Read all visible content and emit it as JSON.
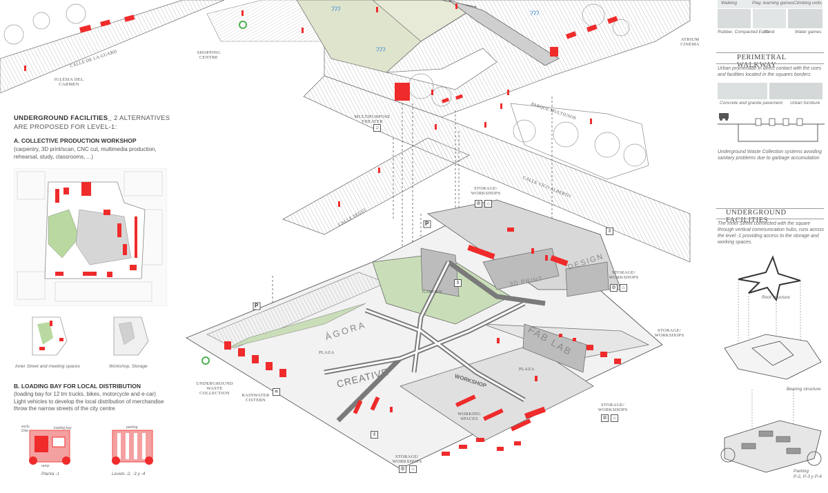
{
  "colors": {
    "accent_red": "#ef2b2b",
    "light_red": "#f4a0a0",
    "green": "#b9d9a0",
    "gray": "#cfcfcf",
    "dark_gray": "#8a8a8a",
    "line": "#555555"
  },
  "left": {
    "heading_bold": "UNDERGROUND FACILITIES_",
    "heading_rest": " 2 ALTERNATIVES",
    "heading_line2": "ARE PROPOSED FOR LEVEL-1:",
    "a_title": "A. COLLECTIVE PRODUCTION WORKSHOP",
    "a_body": " (carpentry, 3D print/scan, CNC cut, multimedia production,\nrehearsal, study, classrooms, ...)",
    "caption_1": "Inner Street and meeting spaces",
    "caption_2": "Workshop, Storage",
    "b_title": "B. LOADING BAY FOR LOCAL DISTRIBUTION",
    "b_body": "(loading bay for 12 tm trucks, bikes, motorcycle and e-car)\nLight vehicles to develop the local distribution of merchandise\nthrow the narrow streets of the city centre",
    "plan_small_1": "exclu\nDisp",
    "plan_small_2": "loading bay",
    "plan_small_3": "parking",
    "plan_small_4": "ramp",
    "plan_caption_1": "Planta -1",
    "plan_caption_2": "Levels -2, -3 y -4"
  },
  "labels": {
    "calle_la_guard": "CALLE DE LA GUARD",
    "iglesia": "IGLESIA DEL\nCARMEN",
    "shopping": "SHOPPING\nCENTRE",
    "multi_theater": "MULTIPURPOSE\nTHEATER",
    "parque": "PARQUE MULTIUSOS",
    "atrium": "ATRIUM\nCINEMA",
    "calle_vico": "CALLE VICO ALBERTO",
    "calle_segui": "CALLE SEGUI",
    "storage_1": "STORAGE/\nWORKSHOPS",
    "storage_2": "STORAGE/\nWORKSHOPS",
    "storage_3": "STORAGE/\nWORKSHOPS",
    "storage_4": "STORAGE/\nWORKSHOPS",
    "storage_5": "STORAGE/\nWORKSHOPS",
    "garden": "GARDEN",
    "plaza_1": "PLAZA",
    "plaza_2": "PLAZA",
    "working": "WORKING\nSPACES",
    "underground_waste": "UNDERGROUND\nWASTE\nCOLLECTION",
    "rainwater": "RAINWATER\nCISTERN",
    "agora": "ÁGORA",
    "creative": "CREATIVE",
    "workshop": "WORKSHOP",
    "fablab": "FAB LAB",
    "design": "DESIGN",
    "print3d": "3D PRINT",
    "p_marker": "P"
  },
  "right": {
    "top_caps": [
      "Walking",
      "Play, learning games",
      "Climbing units"
    ],
    "top_caps2": [
      "Rubber, Compacted Earth",
      "Sand",
      "Water games"
    ],
    "perimetral_title": "PERIMETRAL WALKWAY",
    "perimetral_body": "Urban promenade in direct contact with the uses\nand facilities located in the squares borders",
    "perimetral_caps": [
      "Concrete and granite pavement",
      "Urban furniture"
    ],
    "waste_body": "Underground Waste Collection systems avoiding\nsanitary problems due to garbage accumulation",
    "ug_title": "UNDERGROUND FACILITIES",
    "ug_body": "The Inner Street connected with the square\nthrough vertical communication hubs, runs across\nthe level -1 providing access to the storage and\nworking spaces.",
    "roof": "Roof structure",
    "bearing": "Bearing structure",
    "parking": "Parking\nP-2, P-3 y P-4"
  }
}
